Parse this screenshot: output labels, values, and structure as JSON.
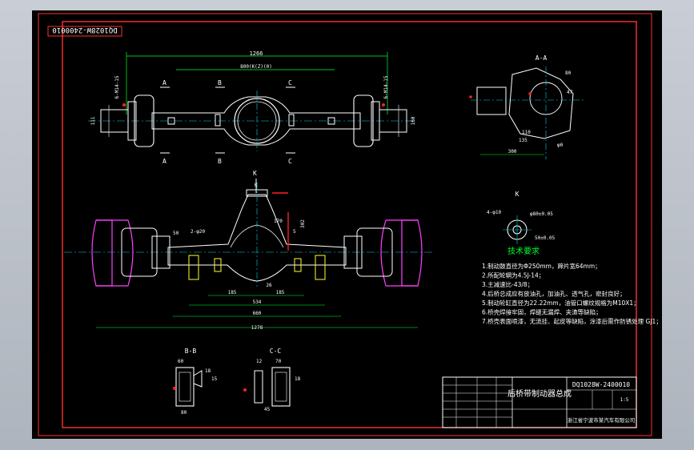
{
  "drawing": {
    "code_rotated": "DQ1028W-2400010",
    "title_code": "DQ1028W-2400010",
    "title_name": "后桥带制动器总成",
    "company": "浙江省宁波市某汽车有限公司",
    "scale": "1:5"
  },
  "views": {
    "aa": "A-A",
    "k": "K",
    "bb": "B-B",
    "cc": "C-C",
    "sec_a": "A",
    "sec_b": "B",
    "sec_c": "C",
    "k_arrow": "K"
  },
  "dims": {
    "d1266": "1266",
    "d800": "800(K(Z)(0)",
    "d6m14": "6-M14-15",
    "d111": "111",
    "d160": "160",
    "d50": "50",
    "d2x20": "2-φ20",
    "d170": "170",
    "d302": "302",
    "d5": "5",
    "d185a": "185",
    "d185b": "185",
    "d26": "26",
    "d534": "534",
    "d660": "660",
    "d1278": "1278",
    "d80a": "80",
    "d47": "47",
    "d110": "110",
    "d135": "135",
    "d300": "300",
    "d60": "φ0",
    "d4x10": "4-φ10",
    "d80b": "φ80±0.05",
    "d50b": "50±0.05",
    "bb60": "60",
    "bb18": "18",
    "bb15": "15",
    "bb80": "80",
    "cc12": "12",
    "cc70": "70",
    "cc45": "45",
    "cc18": "18"
  },
  "tech": {
    "title": "技术要求",
    "lines": [
      "1.制动鼓直径为Φ250mm，蹄片宽64mm；",
      "2.所配轮辋为4.5J-14；",
      "3.主减速比-43/8；",
      "4.后桥总成应有放油孔，加油孔、透气孔，密封良好；",
      "5.制动轮缸直径为22.22mm，油管口螺纹规格为M10X1；",
      "6.桥壳焊接牢固，焊缝无漏焊、夹渣等缺陷；",
      "7.桥壳表面喷漆，无流挂、起皮等缺陷，涂漆后需作防锈处理 GJ1；"
    ]
  },
  "colors": {
    "white": "#ffffff",
    "cyan": "#00d8e0",
    "green": "#00ff2a",
    "red": "#ff2020",
    "magenta": "#ff40ff",
    "yellow": "#ffff30",
    "frame": "#ff3030"
  }
}
